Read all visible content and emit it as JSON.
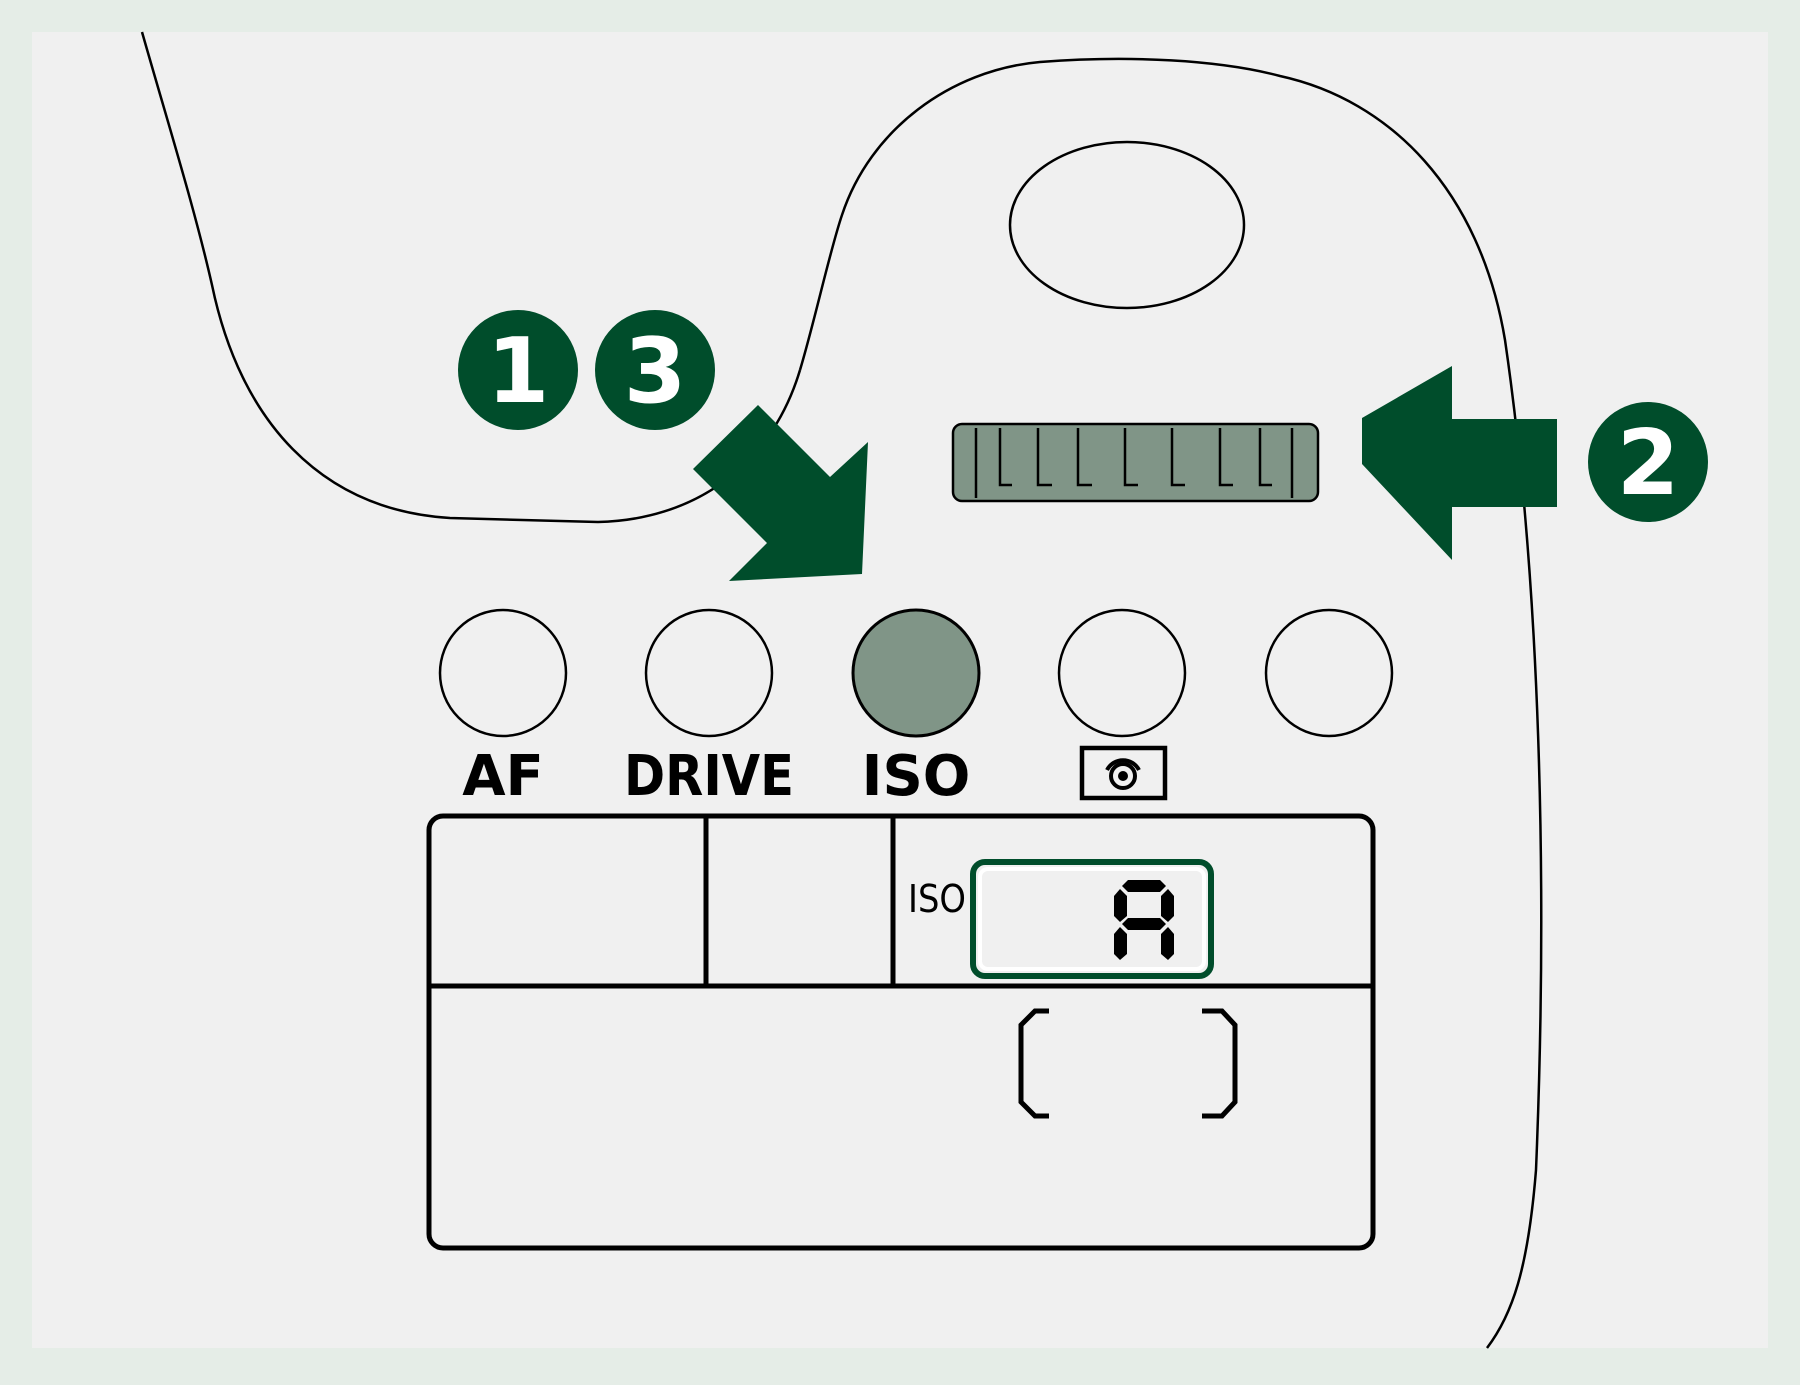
{
  "colors": {
    "background": "#e5ede7",
    "panel": "#f0f0f0",
    "accent_green": "#004d2b",
    "highlight_gray": "#809587",
    "outline": "#000000"
  },
  "steps": [
    {
      "number": "1",
      "target": "iso-button"
    },
    {
      "number": "3",
      "target": "iso-button"
    },
    {
      "number": "2",
      "target": "main-dial"
    }
  ],
  "buttons": [
    {
      "label": "AF",
      "icon": null,
      "highlighted": false
    },
    {
      "label": "DRIVE",
      "icon": null,
      "highlighted": false
    },
    {
      "label": "ISO",
      "icon": null,
      "highlighted": true
    },
    {
      "label": "",
      "icon": "metering-mode-icon",
      "highlighted": false
    },
    {
      "label": "",
      "icon": null,
      "highlighted": false
    }
  ],
  "lcd": {
    "iso_label": "ISO",
    "iso_value": "A",
    "iso_value_highlighted": true
  },
  "icons": {
    "shutter_button": "shutter-button-icon",
    "main_dial": "main-dial-icon",
    "arrow_to_iso": "arrow-down-right-icon",
    "arrow_to_dial": "arrow-left-icon"
  }
}
